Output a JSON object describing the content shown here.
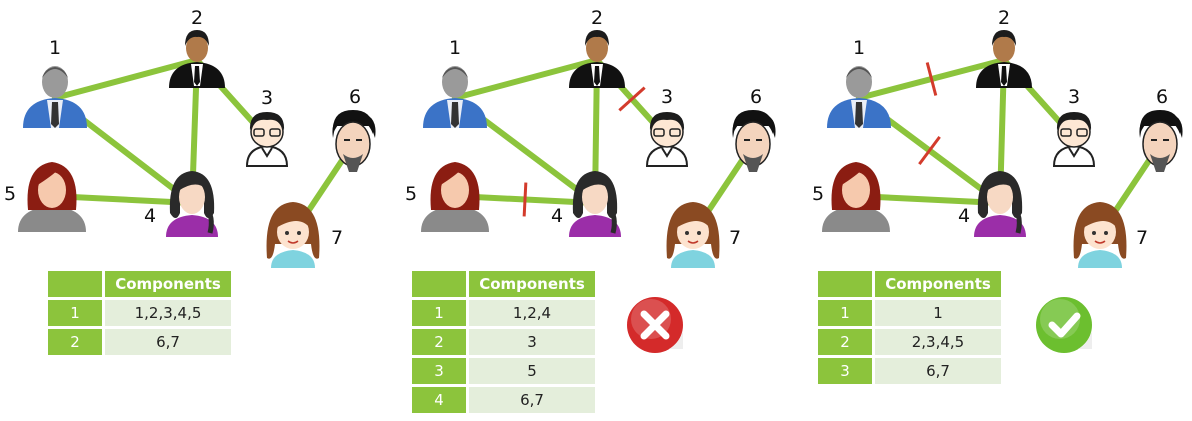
{
  "colors": {
    "edge": "#8cc43c",
    "cut": "#d33b2c",
    "table_header": "#8cc43c",
    "table_cell": "#e4eedb",
    "wrong": "#d42a2a",
    "right": "#6cbf2f"
  },
  "panels": [
    {
      "nodes": [
        {
          "id": "1",
          "label": "1",
          "icon": "businessman-gray-icon"
        },
        {
          "id": "2",
          "label": "2",
          "icon": "businessman-suit-icon"
        },
        {
          "id": "3",
          "label": "3",
          "icon": "glasses-boy-icon"
        },
        {
          "id": "4",
          "label": "4",
          "icon": "girl-purple-icon"
        },
        {
          "id": "5",
          "label": "5",
          "icon": "woman-red-hair-icon"
        },
        {
          "id": "6",
          "label": "6",
          "icon": "bearded-man-icon"
        },
        {
          "id": "7",
          "label": "7",
          "icon": "smiling-girl-icon"
        }
      ],
      "edges": [
        [
          "1",
          "2"
        ],
        [
          "1",
          "4"
        ],
        [
          "2",
          "4"
        ],
        [
          "2",
          "3"
        ],
        [
          "5",
          "4"
        ],
        [
          "6",
          "7"
        ]
      ],
      "cut_edges": [],
      "table": {
        "header": "Components",
        "rows": [
          {
            "index": "1",
            "members": "1,2,3,4,5"
          },
          {
            "index": "2",
            "members": "6,7"
          }
        ]
      },
      "verdict": null
    },
    {
      "nodes": [
        {
          "id": "1",
          "label": "1",
          "icon": "businessman-gray-icon"
        },
        {
          "id": "2",
          "label": "2",
          "icon": "businessman-suit-icon"
        },
        {
          "id": "3",
          "label": "3",
          "icon": "glasses-boy-icon"
        },
        {
          "id": "4",
          "label": "4",
          "icon": "girl-purple-icon"
        },
        {
          "id": "5",
          "label": "5",
          "icon": "woman-red-hair-icon"
        },
        {
          "id": "6",
          "label": "6",
          "icon": "bearded-man-icon"
        },
        {
          "id": "7",
          "label": "7",
          "icon": "smiling-girl-icon"
        }
      ],
      "edges": [
        [
          "1",
          "2"
        ],
        [
          "1",
          "4"
        ],
        [
          "2",
          "4"
        ],
        [
          "2",
          "3"
        ],
        [
          "5",
          "4"
        ],
        [
          "6",
          "7"
        ]
      ],
      "cut_edges": [
        [
          "2",
          "3"
        ],
        [
          "5",
          "4"
        ]
      ],
      "table": {
        "header": "Components",
        "rows": [
          {
            "index": "1",
            "members": "1,2,4"
          },
          {
            "index": "2",
            "members": "3"
          },
          {
            "index": "3",
            "members": "5"
          },
          {
            "index": "4",
            "members": "6,7"
          }
        ]
      },
      "verdict": "wrong-x-icon"
    },
    {
      "nodes": [
        {
          "id": "1",
          "label": "1",
          "icon": "businessman-gray-icon"
        },
        {
          "id": "2",
          "label": "2",
          "icon": "businessman-suit-icon"
        },
        {
          "id": "3",
          "label": "3",
          "icon": "glasses-boy-icon"
        },
        {
          "id": "4",
          "label": "4",
          "icon": "girl-purple-icon"
        },
        {
          "id": "5",
          "label": "5",
          "icon": "woman-red-hair-icon"
        },
        {
          "id": "6",
          "label": "6",
          "icon": "bearded-man-icon"
        },
        {
          "id": "7",
          "label": "7",
          "icon": "smiling-girl-icon"
        }
      ],
      "edges": [
        [
          "1",
          "2"
        ],
        [
          "1",
          "4"
        ],
        [
          "2",
          "4"
        ],
        [
          "2",
          "3"
        ],
        [
          "5",
          "4"
        ],
        [
          "6",
          "7"
        ]
      ],
      "cut_edges": [
        [
          "1",
          "2"
        ],
        [
          "1",
          "4"
        ]
      ],
      "table": {
        "header": "Components",
        "rows": [
          {
            "index": "1",
            "members": "1"
          },
          {
            "index": "2",
            "members": "2,3,4,5"
          },
          {
            "index": "3",
            "members": "6,7"
          }
        ]
      },
      "verdict": "correct-check-icon"
    }
  ]
}
